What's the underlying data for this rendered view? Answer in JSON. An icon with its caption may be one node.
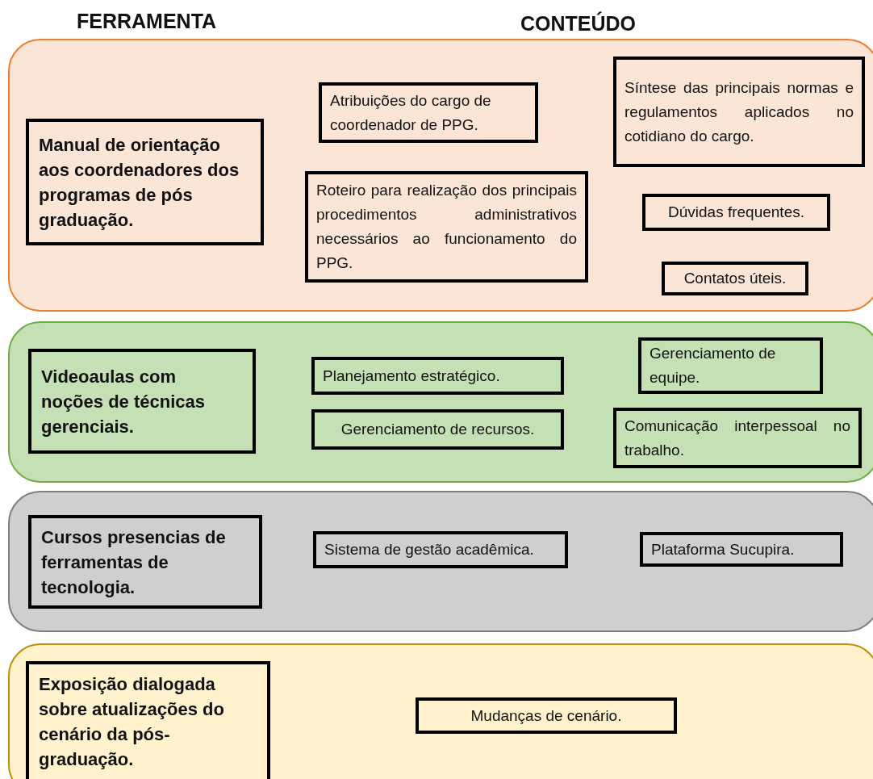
{
  "diagram": {
    "nodes": [
      {
        "text": [],
        "shape": "box"
      },
      {
        "text": [
          "Manual de orientação aos coordenadores dos programas de pós graduação."
        ],
        "in": 0
      },
      {
        "text": [
          "Atribuições do cargo de coordenador de PPG."
        ],
        "in": 0
      },
      {
        "text": [
          "Síntese das principais normas e regulamentos aplicados no cotidiano do cargo."
        ],
        "in": 0
      },
      {
        "text": [
          "Roteiro para realização dos principais procedimentos administrativos necessários ao funcionamento do PPG."
        ],
        "in": 0
      },
      {
        "text": [
          "Dúvidas frequentes."
        ],
        "in": 0
      },
      {
        "text": [
          "Contatos úteis."
        ],
        "in": 0
      },
      {
        "text": [],
        "shape": "box"
      },
      {
        "text": [
          "Videoaulas com noções de técnicas gerenciais."
        ],
        "in": 7
      },
      {
        "text": [
          "Gerenciamento de equipe."
        ],
        "in": 7
      },
      {
        "text": [
          "Planejamento estratégico."
        ],
        "in": 7
      },
      {
        "text": [
          "Gerenciamento de recursos."
        ],
        "in": 7
      },
      {
        "text": [
          "Comunicação interpessoal no trabalho."
        ],
        "in": 7
      },
      {
        "text": [],
        "shape": "box"
      },
      {
        "text": [
          "Cursos presencias de ferramentas de tecnologia."
        ],
        "in": 13
      },
      {
        "text": [
          "Sistema de gestão acadêmica."
        ],
        "in": 13
      },
      {
        "text": [
          "Plataforma Sucupira."
        ],
        "in": 13
      },
      {
        "text": [],
        "shape": "box"
      },
      {
        "text": [
          "Exposição dialogada sobre atualizações do cenário da pós-graduação."
        ],
        "in": 17
      },
      {
        "text": [
          "Mudanças de cenário."
        ],
        "in": 17
      }
    ],
    "labels": [
      "FERRAMENTA",
      "CONTEÚDO"
    ]
  }
}
